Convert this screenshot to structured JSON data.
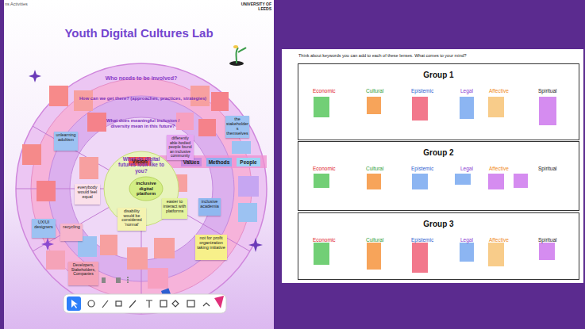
{
  "diagram": {
    "title": "Youth Digital Cultures Lab",
    "nodes": [
      {
        "text": [
          "What do digital futures look like to you?"
        ]
      },
      {
        "text": [
          "Vision"
        ]
      },
      {
        "text": [
          "Values"
        ]
      },
      {
        "text": [
          "Methods"
        ]
      },
      {
        "text": [
          "People"
        ]
      },
      {
        "text": [
          "inclusive digital platform"
        ]
      },
      {
        "text": [
          "everybody would feel equal"
        ]
      },
      {
        "text": [
          "unlearning adultism"
        ]
      },
      {
        "text": [
          "differently able-bodied people found an inclusive community"
        ]
      },
      {
        "text": [
          "the stakeholders themselves"
        ]
      },
      {
        "text": [
          "disability would be considered 'normal'"
        ]
      },
      {
        "text": [
          "easier to interact with platforms"
        ]
      },
      {
        "text": [
          "inclusive academia"
        ]
      },
      {
        "text": [
          "not for profit organization taking initiative"
        ]
      },
      {
        "text": [
          "UX/UI designers"
        ]
      },
      {
        "text": [
          "recycling"
        ]
      },
      {
        "text": [
          "Developers, Stakeholders, Companies"
        ]
      },
      {
        "text": [
          "Group 1",
          "Economic",
          "Cultural",
          "Epistemic",
          "Legal",
          "Affective",
          "Spiritual"
        ]
      },
      {
        "text": [
          "Group 2",
          "Economic",
          "Cultural",
          "Epistemic",
          "Legal",
          "Affective",
          "Spiritual"
        ]
      },
      {
        "text": [
          "Group 3",
          "Economic",
          "Cultural",
          "Epistemic",
          "Legal",
          "Affective",
          "Spiritual"
        ]
      }
    ],
    "labels": [
      "ns Activities",
      "UNIVERSITY OF LEEDS",
      "Who needs to be involved?",
      "How can we get there? (approaches, practices, strategies)",
      "What does meaningful inclusion / diversity mean in this future?",
      "Think about keywords you can add to each of these lenses. What comes to your mind?"
    ]
  }
}
